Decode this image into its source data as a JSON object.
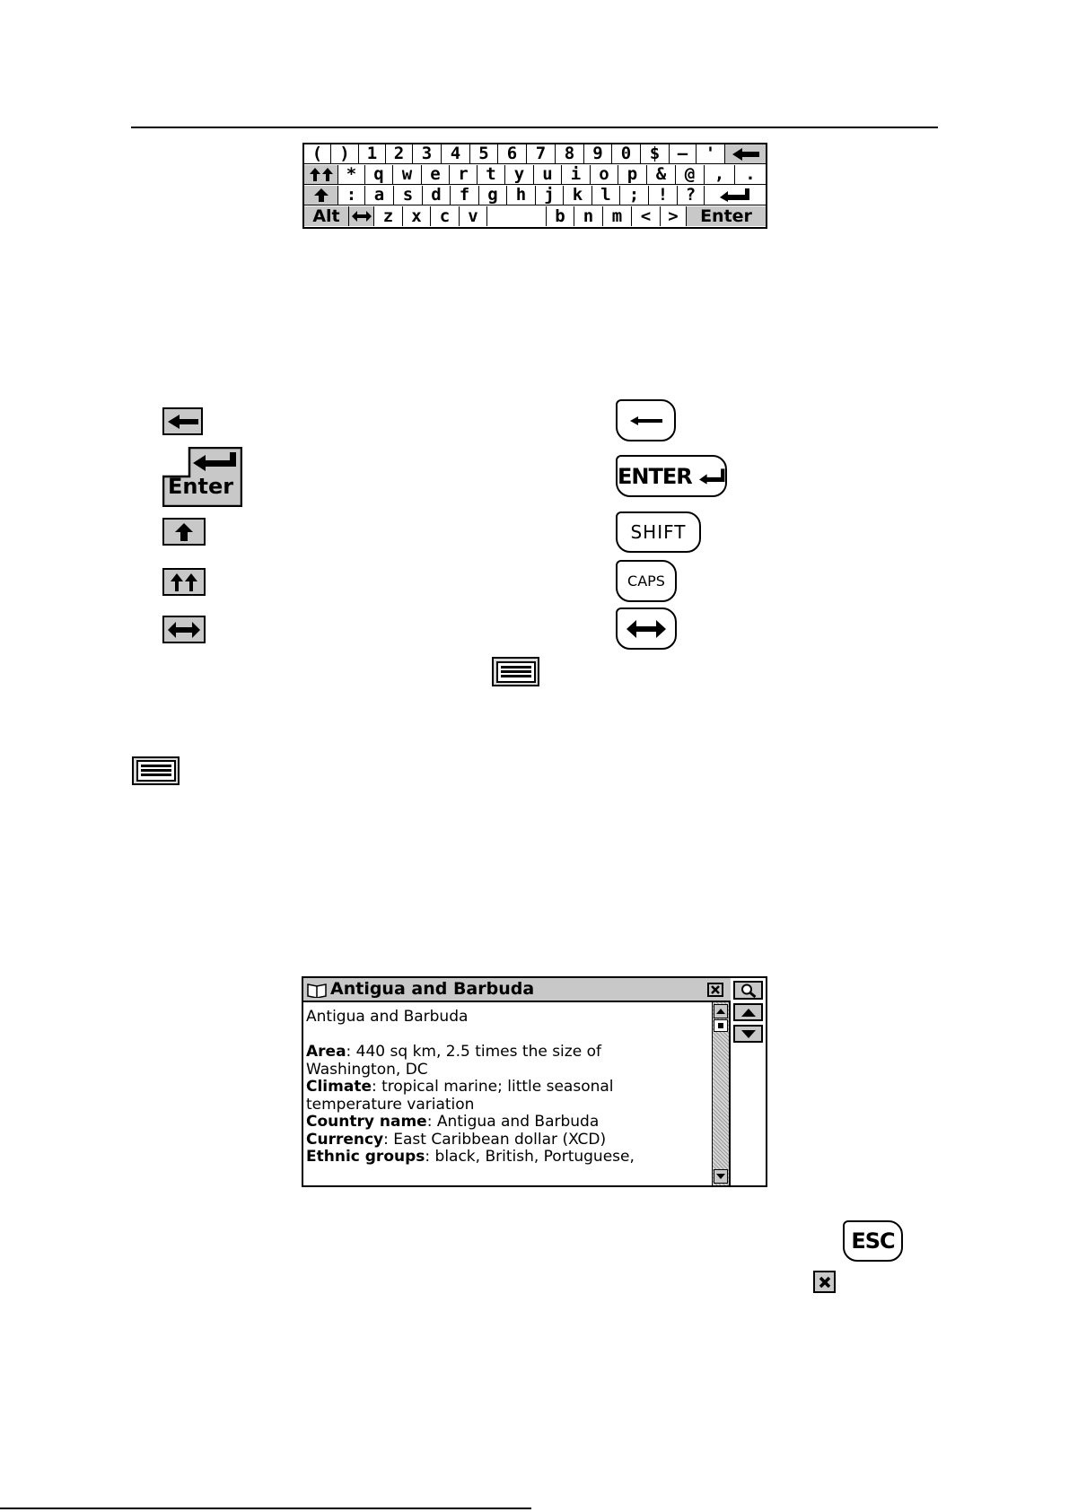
{
  "keyboard": {
    "row1": [
      "(",
      ")",
      "1",
      "2",
      "3",
      "4",
      "5",
      "6",
      "7",
      "8",
      "9",
      "0",
      "$",
      "–",
      "'"
    ],
    "row2": [
      "*",
      "q",
      "w",
      "e",
      "r",
      "t",
      "y",
      "u",
      "i",
      "o",
      "p",
      "&",
      "@",
      ",",
      "."
    ],
    "row3": [
      ":",
      "a",
      "s",
      "d",
      "f",
      "g",
      "h",
      "j",
      "k",
      "l",
      ";",
      "!",
      "?"
    ],
    "row4_left": [
      "z",
      "x",
      "c",
      "v"
    ],
    "row4_right": [
      "b",
      "n",
      "m",
      "<",
      ">"
    ],
    "alt_label": "Alt",
    "enter_label": "Enter"
  },
  "legend": {
    "enter_icon_label": "Enter",
    "hw_enter_label": "ENTER",
    "hw_shift_label": "SHIFT",
    "hw_caps_label": "CAPS"
  },
  "dictionary_window": {
    "title": "Antigua and Barbuda",
    "heading": "Antigua and Barbuda",
    "entries": [
      {
        "label": "Area",
        "text": ": 440 sq km, 2.5 times the size of",
        "cont": "Washington, DC"
      },
      {
        "label": "Climate",
        "text": ": tropical marine; little seasonal",
        "cont": "temperature variation"
      },
      {
        "label": "Country name",
        "text": ": Antigua and Barbuda"
      },
      {
        "label": "Currency",
        "text": ": East Caribbean dollar (XCD)"
      },
      {
        "label": "Ethnic groups",
        "text": ": black, British, Portuguese,"
      }
    ]
  },
  "hw_esc_label": "ESC",
  "icons": {
    "backspace": "backspace-arrow-icon",
    "enter": "enter-return-icon",
    "shift": "shift-arrow-icon",
    "caps": "caps-lock-icon",
    "language": "language-switch-icon",
    "keyboard": "keyboard-icon",
    "book": "book-icon",
    "search": "magnifier-icon",
    "close": "close-x-icon"
  }
}
